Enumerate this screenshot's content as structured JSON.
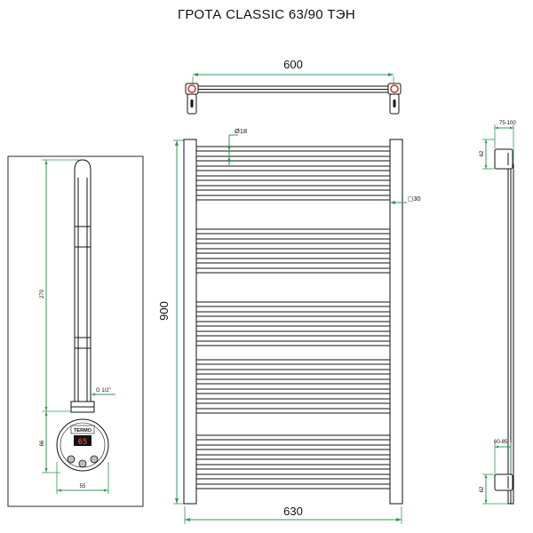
{
  "title": "ГРОТА CLASSIC 63/90 ТЭН",
  "dimensions": {
    "top_width": "600",
    "height": "900",
    "bottom_width": "630",
    "tube_diameter": "Ø18",
    "profile_square": "◻30",
    "side_top_offset": "75-100",
    "side_top_height": "62",
    "side_bottom_offset": "60-85",
    "side_bottom_height": "62",
    "heater_length": "270",
    "heater_thread": "G 1/2\"",
    "heater_body_height": "66",
    "heater_body_width": "55"
  },
  "heater": {
    "brand_label": "TERMO",
    "display_value": "65"
  }
}
